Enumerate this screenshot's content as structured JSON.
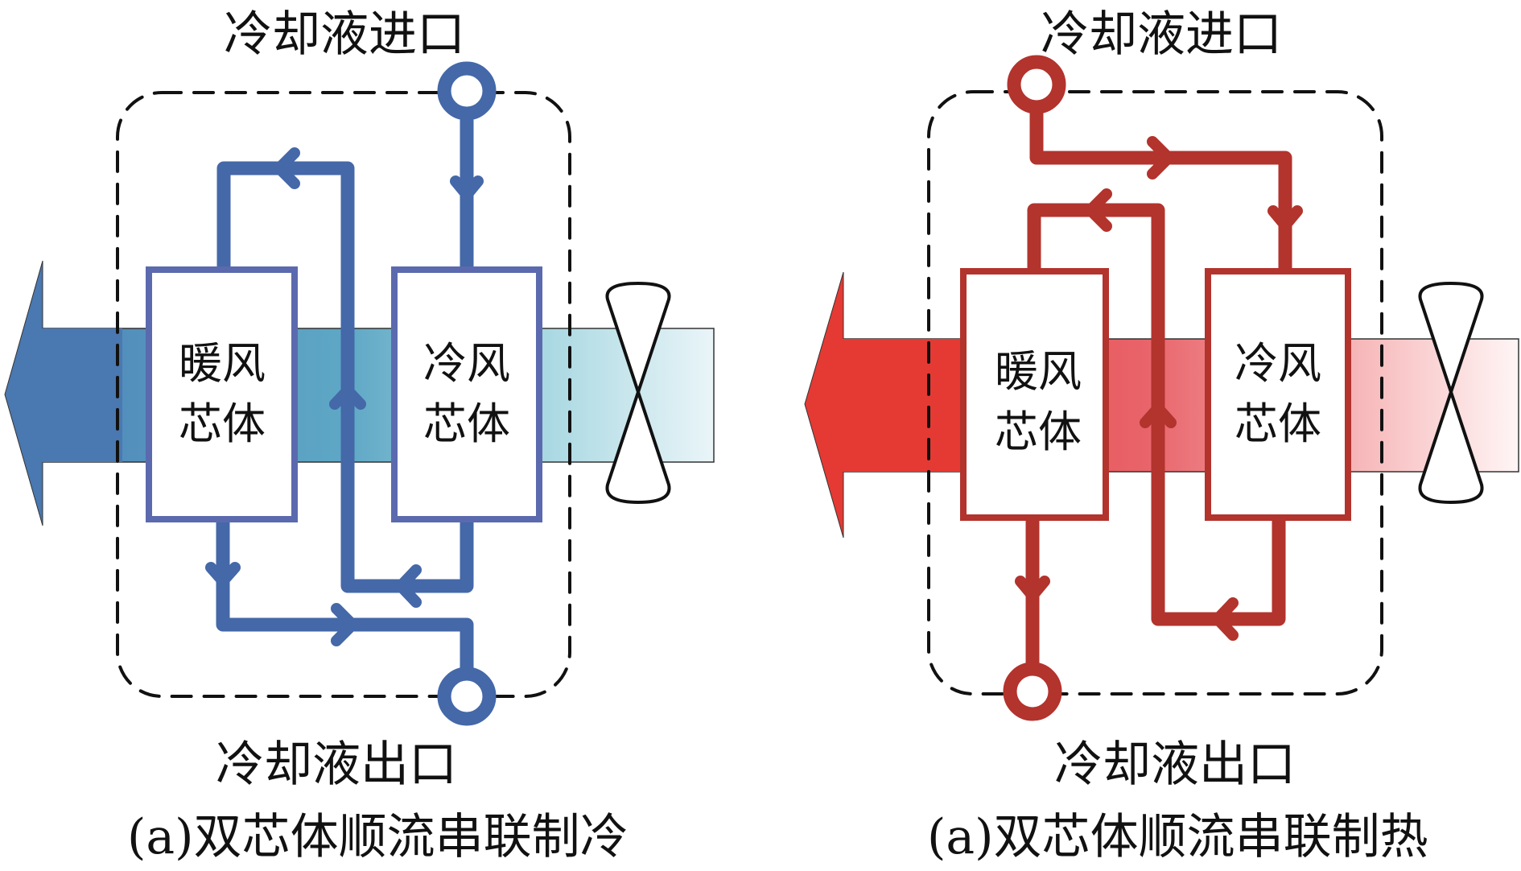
{
  "figure": {
    "panels": [
      {
        "id": "cooling",
        "inlet_label": "冷却液进口",
        "outlet_label": "冷却液出口",
        "warm_core_label": [
          "暖风",
          "芯体"
        ],
        "cold_core_label": [
          "冷风",
          "芯体"
        ],
        "caption": "(a)双芯体顺流串联制冷",
        "pipe_color": "#4468a8",
        "box_border_color": "#5b6aae",
        "air_arrow_color": "#4a78b0",
        "air_band_colors": [
          "#4f86b8",
          "#5ea7c5",
          "#a9d8e2",
          "#eaf5f8"
        ]
      },
      {
        "id": "heating",
        "inlet_label": "冷却液进口",
        "outlet_label": "冷却液出口",
        "warm_core_label": [
          "暖风",
          "芯体"
        ],
        "cold_core_label": [
          "冷风",
          "芯体"
        ],
        "caption": "(a)双芯体顺流串联制热",
        "pipe_color": "#b3332d",
        "box_border_color": "#b3332d",
        "air_arrow_color": "#e53a33",
        "air_band_colors": [
          "#e53a33",
          "#e8646a",
          "#f6b4b6",
          "#fff5f5"
        ]
      }
    ]
  }
}
